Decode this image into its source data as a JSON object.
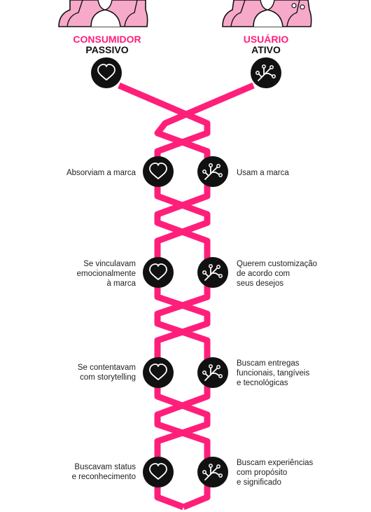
{
  "colors": {
    "accent": "#ff1f7a",
    "accent_light": "#f7a9c9",
    "ink": "#111111",
    "text": "#222222"
  },
  "icons": {
    "consumer": "heart-icon",
    "user": "circuit-branch-icon"
  },
  "header": {
    "left": {
      "line1": "CONSUMIDOR",
      "line2": "PASSIVO"
    },
    "right": {
      "line1": "USUÁRIO",
      "line2": "ATIVO"
    }
  },
  "rows": [
    {
      "left": "Absorviam a marca",
      "right": "Usam a marca"
    },
    {
      "left": "Se vinculavam\nemocionalmente\nà marca",
      "right": "Querem customização\nde acordo com\nseus desejos"
    },
    {
      "left": "Se contentavam\ncom storytelling",
      "right": "Buscam entregas\nfuncionais, tangíveis\ne tecnológicas"
    },
    {
      "left": "Buscavam status\ne reconhecimento",
      "right": "Buscam experiências\ncom propósito\ne significado"
    }
  ]
}
